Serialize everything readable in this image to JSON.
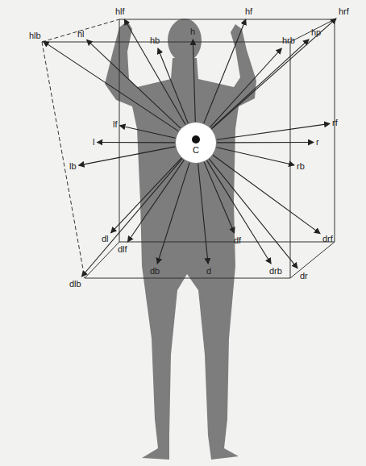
{
  "diagram": {
    "nodes": [
      {
        "text": [
          "C"
        ]
      }
    ],
    "labels": [
      "hlb",
      "hl",
      "hlf",
      "hb",
      "h",
      "hf",
      "hrb",
      "hp",
      "hrf",
      "lf",
      "l",
      "lb",
      "rf",
      "r",
      "rb",
      "dl",
      "dlf",
      "df",
      "drf",
      "db",
      "d",
      "drb",
      "dr",
      "dlb"
    ]
  }
}
